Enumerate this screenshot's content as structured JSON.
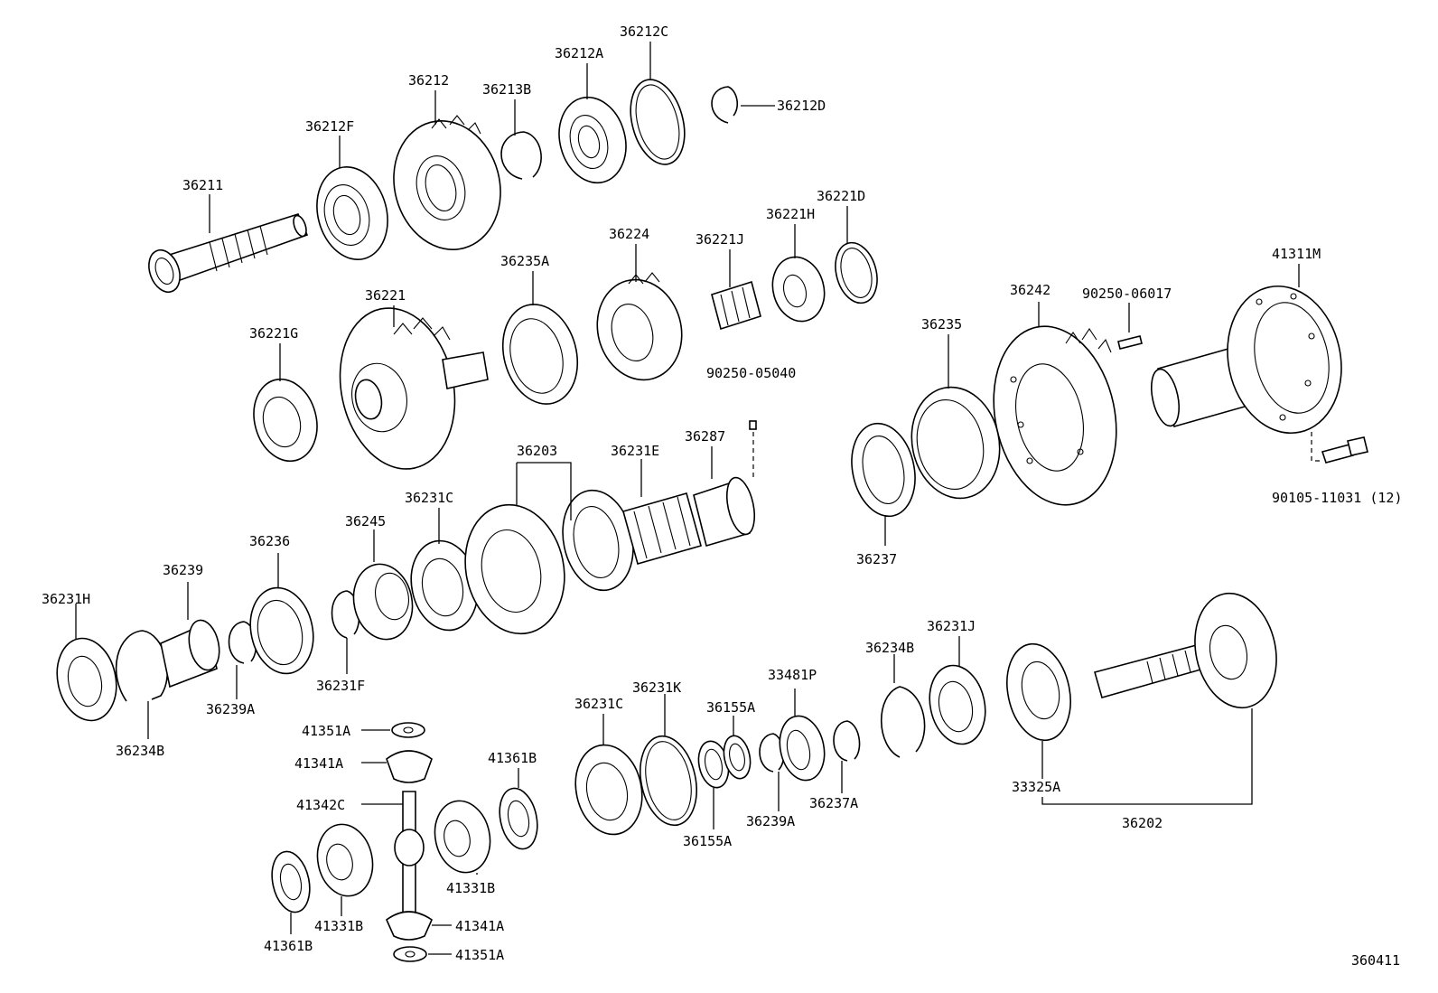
{
  "diagram": {
    "id_label": "360411",
    "parts": {
      "p36211": "36211",
      "p36212F": "36212F",
      "p36212": "36212",
      "p36213B": "36213B",
      "p36212A": "36212A",
      "p36212C": "36212C",
      "p36212D": "36212D",
      "p36221G": "36221G",
      "p36221": "36221",
      "p36235A": "36235A",
      "p36224": "36224",
      "p36221J": "36221J",
      "p36221H": "36221H",
      "p36221D": "36221D",
      "p90250_05040": "90250-05040",
      "p36242": "36242",
      "p90250_06017": "90250-06017",
      "p41311M": "41311M",
      "p36235": "36235",
      "p36237": "36237",
      "p90105_11031": "90105-11031 (12)",
      "p36203": "36203",
      "p36231E": "36231E",
      "p36287": "36287",
      "p36231C_top": "36231C",
      "p36245": "36245",
      "p36236": "36236",
      "p36239": "36239",
      "p36231H": "36231H",
      "p36239A_left": "36239A",
      "p36231F": "36231F",
      "p36234B_left": "36234B",
      "p41351A_top": "41351A",
      "p41341A_top": "41341A",
      "p41342C": "41342C",
      "p41361B_right": "41361B",
      "p41331B_right": "41331B",
      "p41331B_left": "41331B",
      "p41361B_left": "41361B",
      "p41341A_bot": "41341A",
      "p41351A_bot": "41351A",
      "p36231C_bot": "36231C",
      "p36231K": "36231K",
      "p36155A_top": "36155A",
      "p36155A_bot": "36155A",
      "p33481P": "33481P",
      "p36239A_right": "36239A",
      "p36237A": "36237A",
      "p36234B_right": "36234B",
      "p36231J": "36231J",
      "p33325A": "33325A",
      "p36202": "36202"
    }
  }
}
